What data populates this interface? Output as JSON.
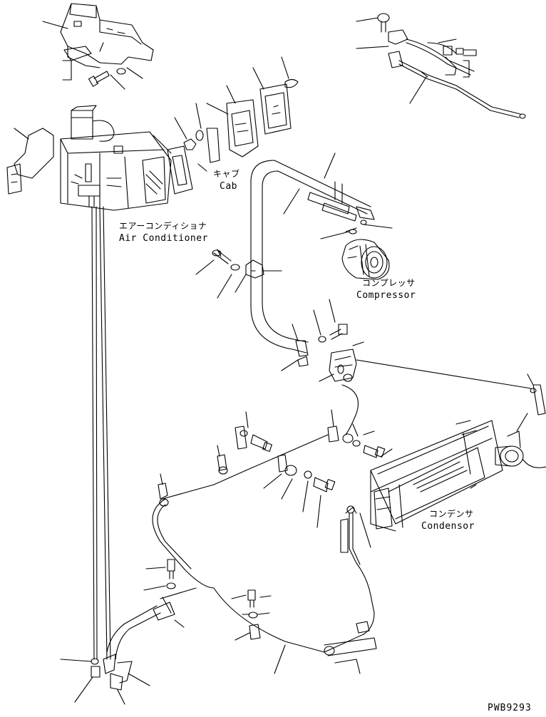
{
  "labels": {
    "cab_ja": "キャブ",
    "cab_en": "Cab",
    "air_conditioner_ja": "エアーコンディショナ",
    "air_conditioner_en": "Air Conditioner",
    "compressor_ja": "コンプレッサ",
    "compressor_en": "Compressor",
    "condenser_ja": "コンデンサ",
    "condenser_en": "Condensor"
  },
  "reference": "PWB9293"
}
